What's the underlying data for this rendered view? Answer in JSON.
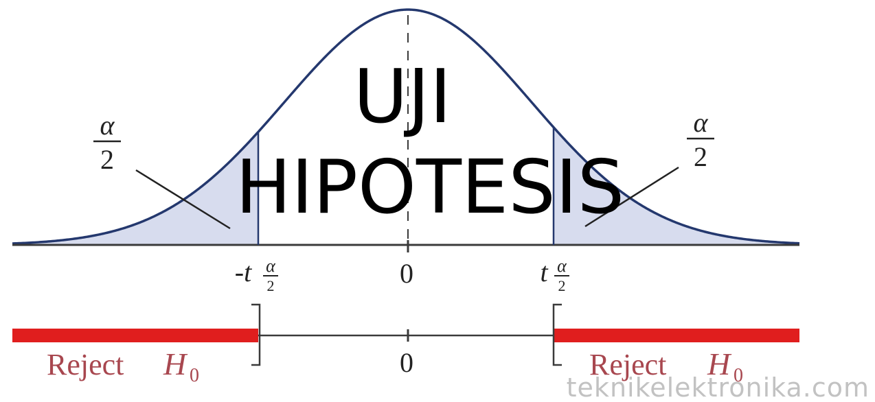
{
  "title": {
    "line1": "UJI",
    "line2": "HIPOTESIS"
  },
  "tail_labels": {
    "left": {
      "numerator": "α",
      "denominator": "2"
    },
    "right": {
      "numerator": "α",
      "denominator": "2"
    }
  },
  "axis_labels": {
    "left_critical": {
      "prefix": "-t",
      "numerator": "α",
      "denominator": "2"
    },
    "center": "0",
    "right_critical": {
      "prefix": "t",
      "numerator": "α",
      "denominator": "2"
    }
  },
  "number_line": {
    "center_label": "0",
    "left_region": {
      "text": "Reject",
      "symbol": "H",
      "subscript": "0"
    },
    "right_region": {
      "text": "Reject",
      "symbol": "H",
      "subscript": "0"
    }
  },
  "watermark": "teknikelektronika.com",
  "colors": {
    "curve": "#24386e",
    "tail_fill": "#d7dcee",
    "axis": "#3a3a3a",
    "reject_bar": "#e01e1e",
    "reject_text": "#a8474f",
    "math_text": "#222222",
    "title": "#000000",
    "watermark": "#c2c2c2"
  }
}
